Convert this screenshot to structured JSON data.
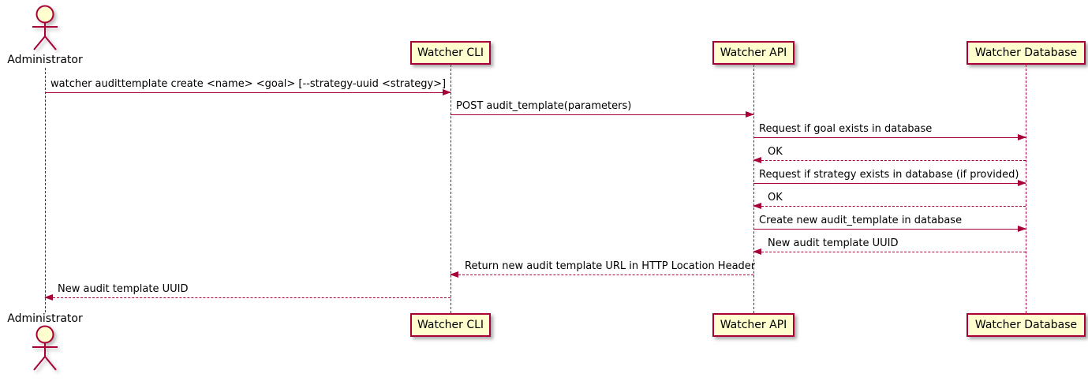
{
  "diagram": {
    "type": "uml-sequence-diagram",
    "colors": {
      "line": "#A80036",
      "participant_fill": "#FEFECE",
      "text": "#000000"
    },
    "participants": [
      {
        "name": "Administrator",
        "type": "actor"
      },
      {
        "name": "Watcher CLI",
        "type": "participant"
      },
      {
        "name": "Watcher API",
        "type": "participant"
      },
      {
        "name": "Watcher Database",
        "type": "participant"
      }
    ],
    "messages": [
      {
        "from": "Administrator",
        "to": "Watcher CLI",
        "style": "solid",
        "text": "watcher audittemplate create <name> <goal> [--strategy-uuid <strategy>]"
      },
      {
        "from": "Watcher CLI",
        "to": "Watcher API",
        "style": "solid",
        "text": "POST audit_template(parameters)"
      },
      {
        "from": "Watcher API",
        "to": "Watcher Database",
        "style": "solid",
        "text": "Request if goal exists in database"
      },
      {
        "from": "Watcher Database",
        "to": "Watcher API",
        "style": "dashed",
        "text": "OK"
      },
      {
        "from": "Watcher API",
        "to": "Watcher Database",
        "style": "solid",
        "text": "Request if strategy exists in database (if provided)"
      },
      {
        "from": "Watcher Database",
        "to": "Watcher API",
        "style": "dashed",
        "text": "OK"
      },
      {
        "from": "Watcher API",
        "to": "Watcher Database",
        "style": "solid",
        "text": "Create new audit_template in database"
      },
      {
        "from": "Watcher Database",
        "to": "Watcher API",
        "style": "dashed",
        "text": "New audit template UUID"
      },
      {
        "from": "Watcher API",
        "to": "Watcher CLI",
        "style": "dashed",
        "text": "Return new audit template URL in HTTP Location Header"
      },
      {
        "from": "Watcher CLI",
        "to": "Administrator",
        "style": "dashed",
        "text": "New audit template UUID"
      }
    ]
  }
}
